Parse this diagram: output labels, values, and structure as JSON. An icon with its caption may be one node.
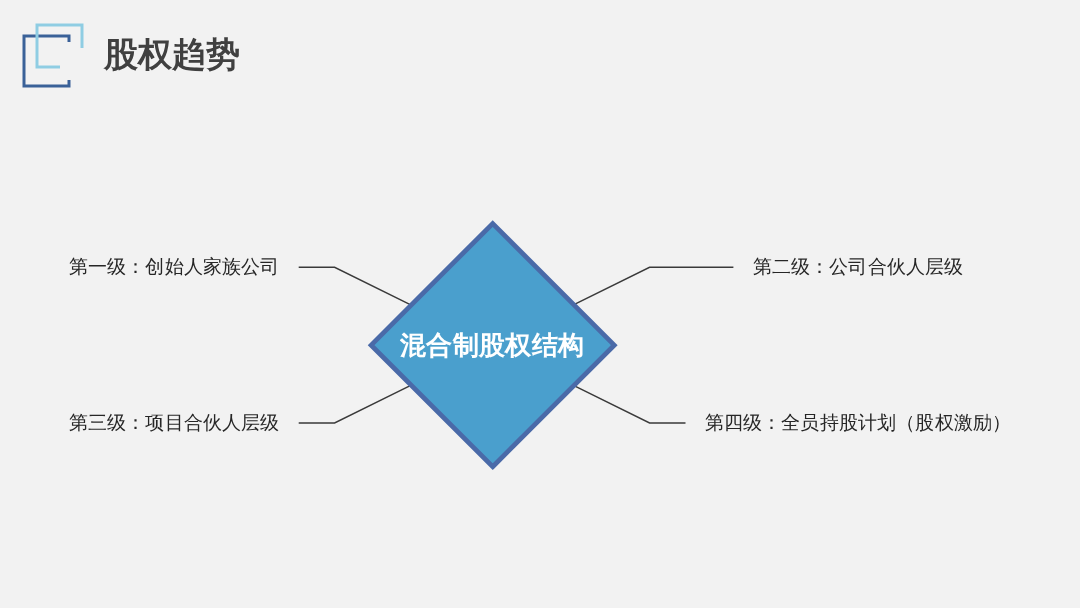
{
  "diagram": {
    "title": "股权趋势",
    "nodes": [
      {
        "text": [
          "第一级：创始人家族公司"
        ]
      },
      {
        "text": [
          "第二级：公司合伙人层级"
        ]
      },
      {
        "text": [
          "混合制股权结构"
        ]
      },
      {
        "text": [
          "第三级：项目合伙人层级"
        ]
      },
      {
        "text": [
          "第四级：全员持股计划（股权激励）"
        ]
      }
    ],
    "edges": [
      {
        "from": 0,
        "to": 2,
        "arrow": "none"
      },
      {
        "from": 2,
        "to": 1,
        "arrow": "none"
      },
      {
        "from": 3,
        "to": 2,
        "arrow": "none"
      },
      {
        "from": 2,
        "to": 4,
        "arrow": "none"
      }
    ]
  }
}
